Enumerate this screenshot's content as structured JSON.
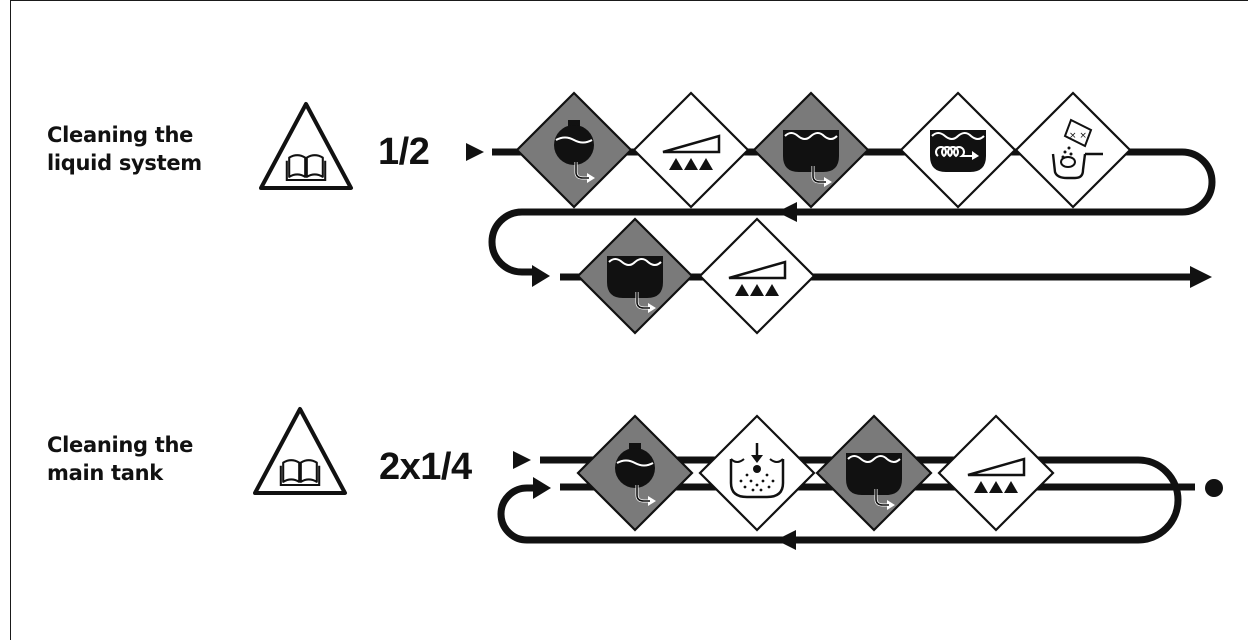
{
  "sections": [
    {
      "title": "Cleaning the\nliquid system",
      "ratio": "1/2",
      "steps_row1": [
        "water-tank-icon",
        "boom-nozzles-icon",
        "main-tank-icon",
        "agitation-icon",
        "cleaning-agent-icon"
      ],
      "steps_row2": [
        "main-tank-icon",
        "boom-nozzles-icon"
      ],
      "end": "arrow"
    },
    {
      "title": "Cleaning the\nmain tank",
      "ratio": "2x1/4",
      "steps_row1": [
        "water-tank-icon",
        "rinse-nozzle-icon",
        "main-tank-icon",
        "boom-nozzles-icon"
      ],
      "end": "dot"
    }
  ],
  "colors": {
    "dark_step": "#7a7a7a",
    "light_step": "#ffffff",
    "line": "#1a1a1a"
  }
}
